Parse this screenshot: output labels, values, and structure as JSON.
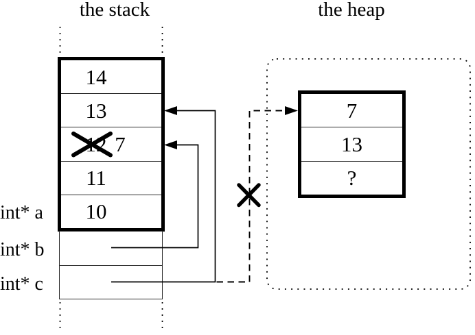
{
  "colors": {
    "ink": "#000000",
    "background": "#ffffff"
  },
  "stack": {
    "title": "the stack",
    "cells": [
      {
        "value": "14"
      },
      {
        "value": "13"
      },
      {
        "value": "12",
        "crossed_out": true,
        "replacement_value": "7"
      },
      {
        "value": "11"
      },
      {
        "value": "10"
      }
    ],
    "variables": [
      {
        "label": "int* a"
      },
      {
        "label": "int* b"
      },
      {
        "label": "int* c"
      }
    ]
  },
  "heap": {
    "title": "the heap",
    "cells": [
      {
        "value": "7"
      },
      {
        "value": "13"
      },
      {
        "value": "?"
      }
    ]
  },
  "icons": {
    "cross_out": "X",
    "arrowhead_left": "◄",
    "arrowhead_right": "►"
  }
}
